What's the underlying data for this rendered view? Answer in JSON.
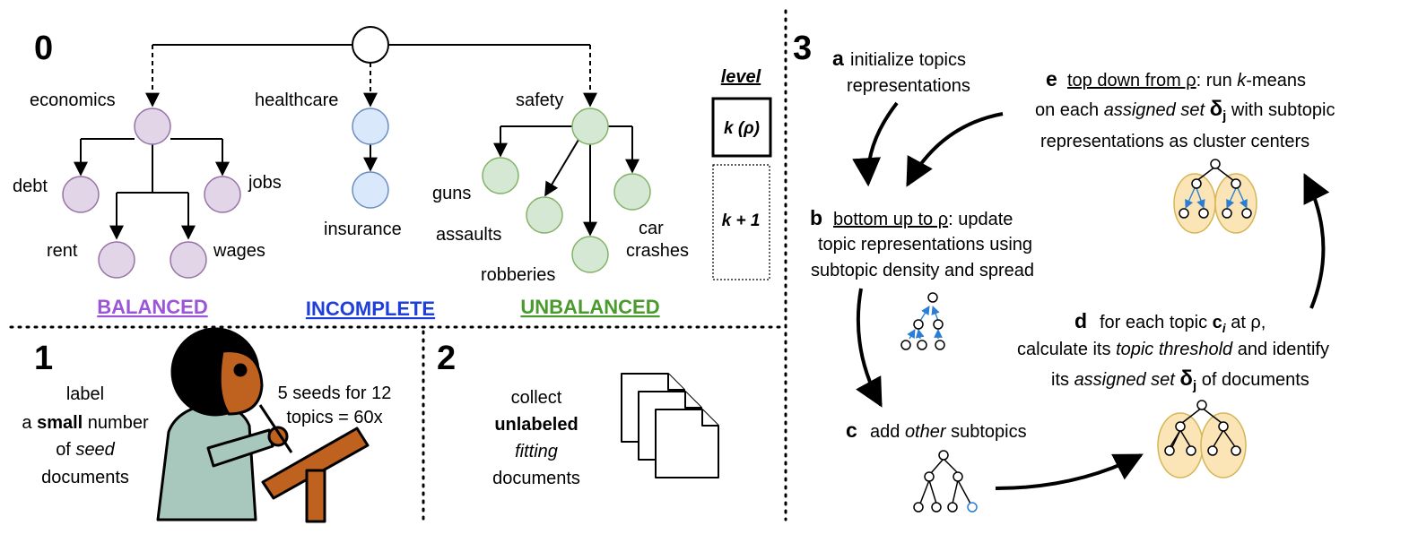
{
  "colors": {
    "purple_fill": "#e1d5e7",
    "purple_stroke": "#9673a6",
    "purple_text": "#9a55d8",
    "blue_fill": "#dae8fc",
    "blue_stroke": "#6c8ebf",
    "blue_text": "#1f3fdb",
    "green_fill": "#d5e8d4",
    "green_stroke": "#82b366",
    "green_text": "#4a9a2e",
    "gold_fill": "#fbe5b6",
    "gold_stroke": "#d6b656",
    "skin": "#c0621f",
    "shirt": "#a8c7bd",
    "podium": "#c0621f"
  },
  "panel0": {
    "number": "0",
    "economics": "economics",
    "debt": "debt",
    "jobs": "jobs",
    "rent": "rent",
    "wages": "wages",
    "healthcare": "healthcare",
    "insurance": "insurance",
    "safety": "safety",
    "guns": "guns",
    "assaults": "assaults",
    "robberies": "robberies",
    "car": "car",
    "crashes": "crashes",
    "balanced": "BALANCED",
    "incomplete": "INCOMPLETE",
    "unbalanced": "UNBALANCED",
    "level": "level",
    "level_k": "k (ρ)",
    "level_k1": "k + 1"
  },
  "panel1": {
    "number": "1",
    "line1": "label",
    "line2_pre": "a ",
    "line2_bold": "small",
    "line2_post": " number",
    "line3_pre": "of ",
    "line3_ital": "seed",
    "line4": "documents",
    "seeds1": "5 seeds for 12",
    "seeds2": "topics = 60x"
  },
  "panel2": {
    "number": "2",
    "line1": "collect",
    "line2": "unlabeled",
    "line3": "fitting",
    "line4": "documents"
  },
  "panel3": {
    "number": "3",
    "a_letter": "a",
    "a_line1": "initialize topics",
    "a_line2": "representations",
    "b_letter": "b",
    "b_underlined": "bottom up to ρ",
    "b_rest": ": update",
    "b_line2": "topic representations using",
    "b_line3": "subtopic density and spread",
    "c_letter": "c",
    "c_pre": "add ",
    "c_ital": "other",
    "c_post": " subtopics",
    "d_letter": "d",
    "d_pre": "for each topic ",
    "d_c": "c",
    "d_i": "i",
    "d_post": " at ρ,",
    "d_line2_pre": "calculate its ",
    "d_line2_ital": "topic threshold",
    "d_line2_post": " and identify",
    "d_line3_pre": "its ",
    "d_line3_ital": "assigned set",
    "d_delta": "δ",
    "d_j": "j",
    "d_line3_post": " of documents",
    "e_letter": "e",
    "e_underlined": "top down from ρ",
    "e_rest1": ": run ",
    "e_k": "k",
    "e_rest2": "-means",
    "e_line2_pre": "on each ",
    "e_line2_ital": "assigned set",
    "e_delta": "δ",
    "e_j": "j",
    "e_line2_post": " with subtopic",
    "e_line3": "representations as cluster centers"
  }
}
